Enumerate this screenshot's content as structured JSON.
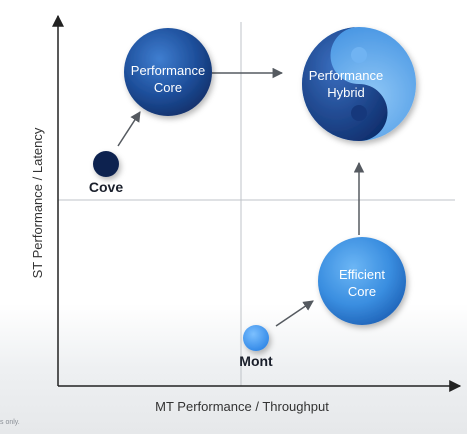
{
  "axes": {
    "x_label": "MT Performance / Throughput",
    "y_label": "ST Performance / Latency"
  },
  "nodes": {
    "performance_core": {
      "line1": "Performance",
      "line2": "Core"
    },
    "performance_hybrid": {
      "line1": "Performance",
      "line2": "Hybrid"
    },
    "efficient_core": {
      "line1": "Efficient",
      "line2": "Core"
    }
  },
  "dots": {
    "cove": {
      "label": "Cove"
    },
    "mont": {
      "label": "Mont"
    }
  },
  "footnote": "s only.",
  "colors": {
    "dark_navy": "#0e2350",
    "core_blue": "#1f57a6",
    "light_blue": "#4aa3f0",
    "hybrid_light": "#8ec8f7",
    "axis": "#222222",
    "grid": "#bfc3c8"
  }
}
